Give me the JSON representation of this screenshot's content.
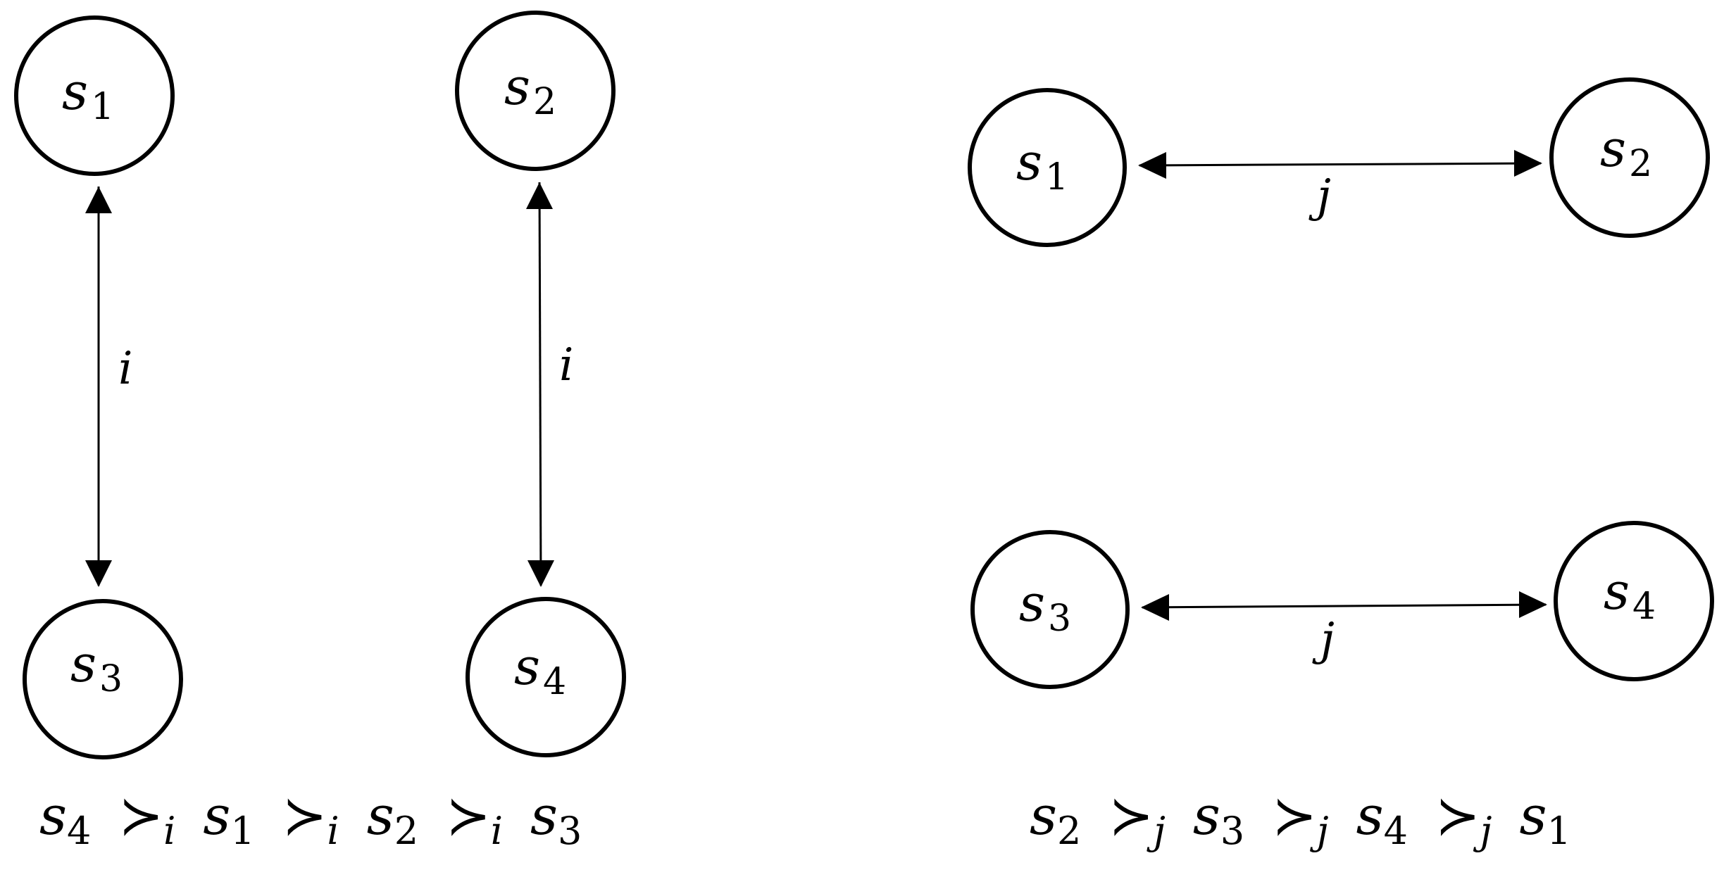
{
  "left_graph": {
    "nodes": [
      {
        "var": "s",
        "sub": "1"
      },
      {
        "var": "s",
        "sub": "2"
      },
      {
        "var": "s",
        "sub": "3"
      },
      {
        "var": "s",
        "sub": "4"
      }
    ],
    "edges": [
      {
        "from": "s1",
        "to": "s3",
        "label": "i"
      },
      {
        "from": "s2",
        "to": "s4",
        "label": "i"
      }
    ],
    "preference": [
      {
        "var": "s",
        "sub": "4"
      },
      {
        "rel": "≻",
        "sub": "i"
      },
      {
        "var": "s",
        "sub": "1"
      },
      {
        "rel": "≻",
        "sub": "i"
      },
      {
        "var": "s",
        "sub": "2"
      },
      {
        "rel": "≻",
        "sub": "i"
      },
      {
        "var": "s",
        "sub": "3"
      }
    ]
  },
  "right_graph": {
    "nodes": [
      {
        "var": "s",
        "sub": "1"
      },
      {
        "var": "s",
        "sub": "2"
      },
      {
        "var": "s",
        "sub": "3"
      },
      {
        "var": "s",
        "sub": "4"
      }
    ],
    "edges": [
      {
        "from": "s1",
        "to": "s2",
        "label": "j"
      },
      {
        "from": "s3",
        "to": "s4",
        "label": "j"
      }
    ],
    "preference": [
      {
        "var": "s",
        "sub": "2"
      },
      {
        "rel": "≻",
        "sub": "j"
      },
      {
        "var": "s",
        "sub": "3"
      },
      {
        "rel": "≻",
        "sub": "j"
      },
      {
        "var": "s",
        "sub": "4"
      },
      {
        "rel": "≻",
        "sub": "j"
      },
      {
        "var": "s",
        "sub": "1"
      }
    ]
  }
}
